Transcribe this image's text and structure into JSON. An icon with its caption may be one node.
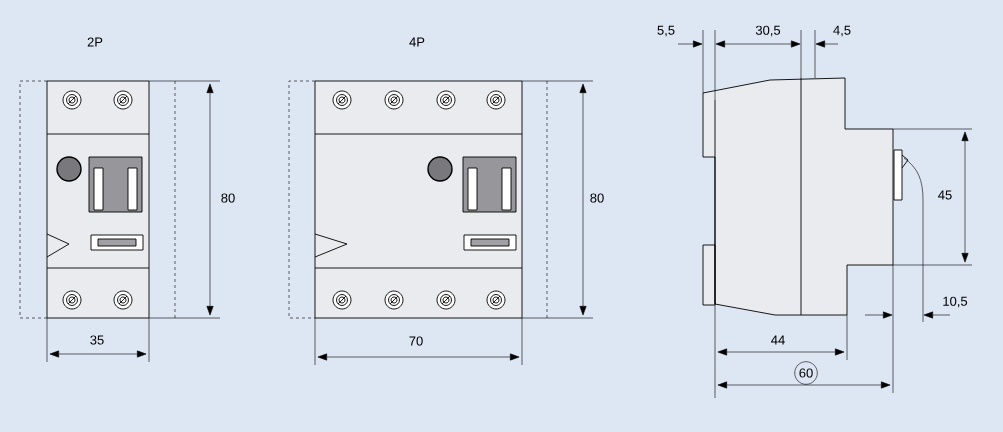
{
  "diagram": {
    "labels": [
      "2P",
      "4P",
      "5,5",
      "30,5",
      "4,5",
      "80",
      "80",
      "45",
      "35",
      "70",
      "10,5",
      "44",
      "60"
    ]
  }
}
